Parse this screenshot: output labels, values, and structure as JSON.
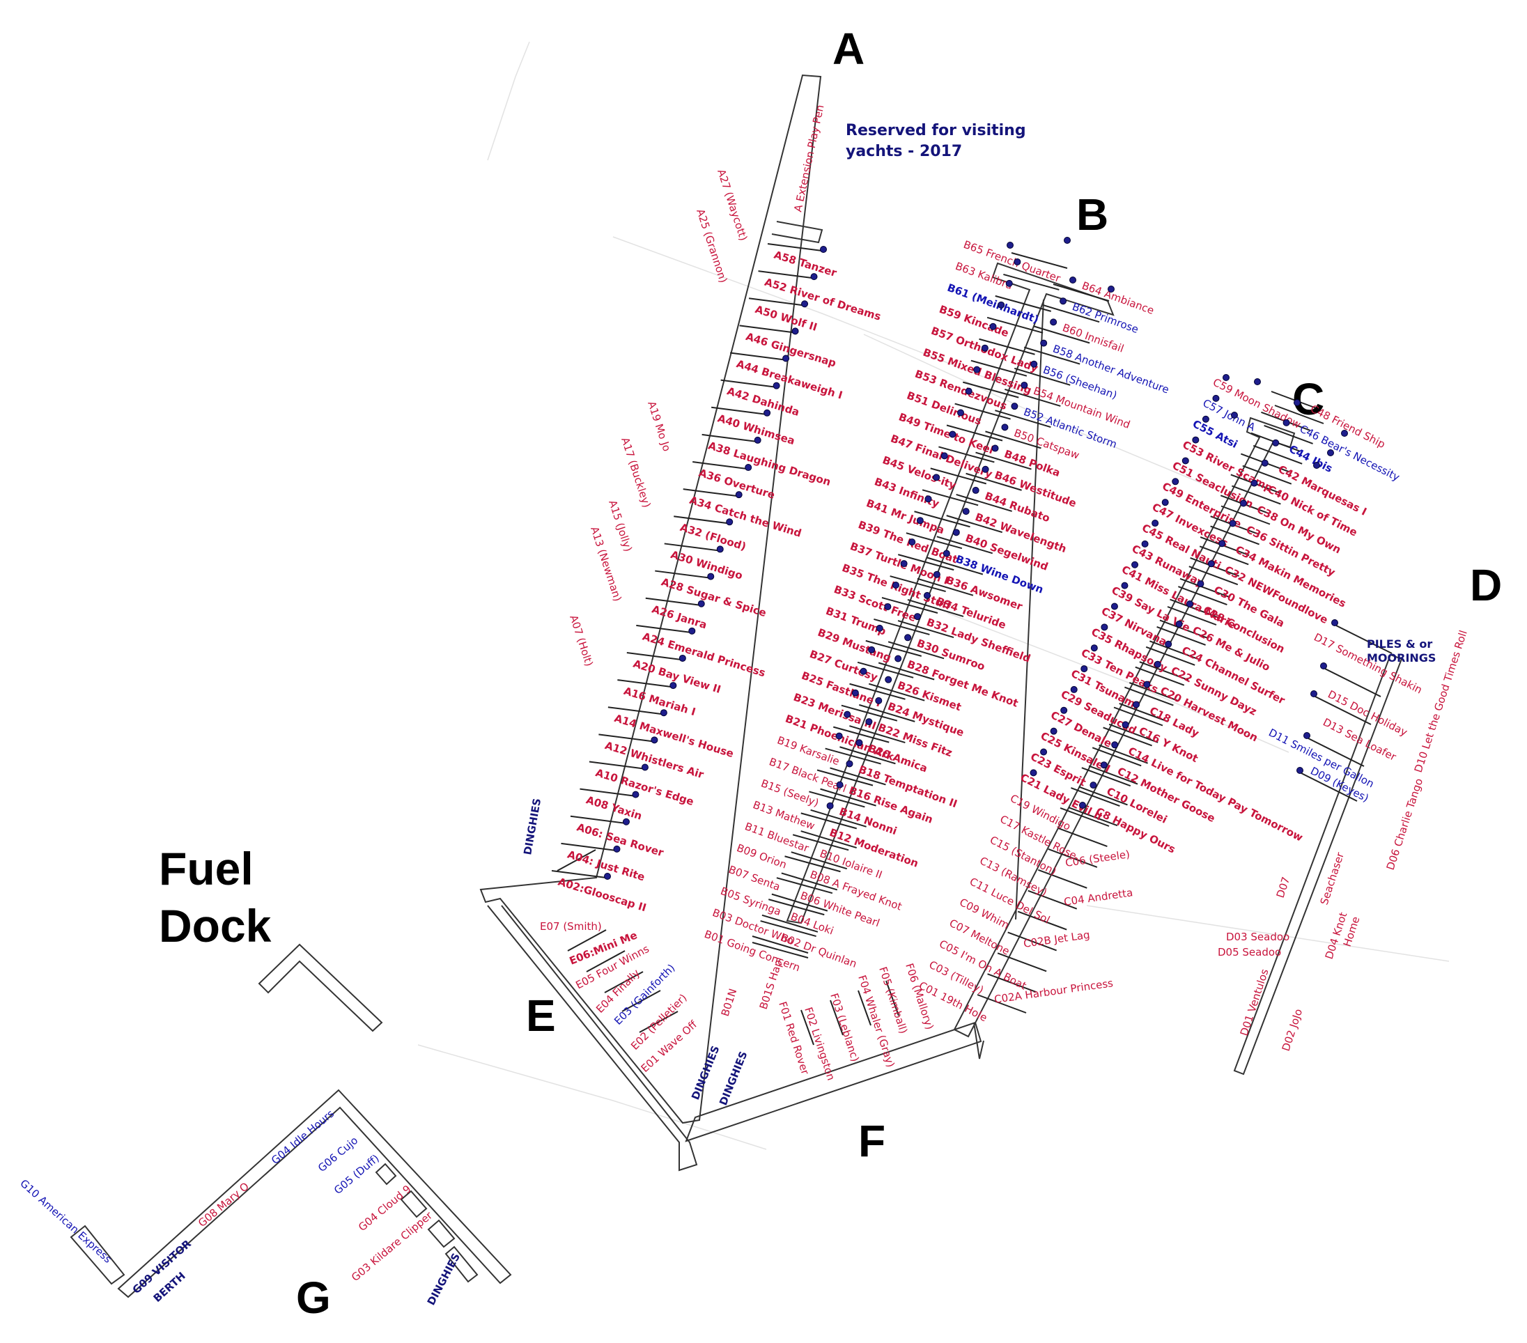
{
  "colors": {
    "red": "#c8143c",
    "blue": "#1414b4",
    "navy": "#14147a",
    "dot": "#1e1e8c"
  },
  "dock_letters": {
    "A": "A",
    "B": "B",
    "C": "C",
    "D": "D",
    "E": "E",
    "F": "F",
    "G": "G"
  },
  "fuel_dock": {
    "line1": "Fuel",
    "line2": "Dock"
  },
  "notes": {
    "reserved_1": "Reserved for visiting",
    "reserved_2": "yachts - 2017",
    "piles_1": "PILES & or",
    "piles_2": "MOORINGS",
    "dinghies": "DINGHIES",
    "visitor_1": "G09 VISITOR",
    "visitor_2": "BERTH"
  },
  "berths": {
    "A": [
      {
        "t": "A Extension Play Pen",
        "c": "red"
      },
      {
        "t": "A58 Tanzer",
        "c": "red"
      },
      {
        "t": "A52 River of Dreams",
        "c": "red"
      },
      {
        "t": "A50 Wolf II",
        "c": "red"
      },
      {
        "t": "A46 Gingersnap",
        "c": "red"
      },
      {
        "t": "A44 Breakaweigh I",
        "c": "red"
      },
      {
        "t": "A42 Dahinda",
        "c": "red"
      },
      {
        "t": "A40 Whimsea",
        "c": "red"
      },
      {
        "t": "A38 Laughing Dragon",
        "c": "red"
      },
      {
        "t": "A36 Overture",
        "c": "red"
      },
      {
        "t": "A34 Catch the Wind",
        "c": "red"
      },
      {
        "t": "A32  (Flood)",
        "c": "red"
      },
      {
        "t": "A30 Windigo",
        "c": "red"
      },
      {
        "t": "A28 Sugar & Spice",
        "c": "red"
      },
      {
        "t": "A26 Janra",
        "c": "red"
      },
      {
        "t": "A24 Emerald Princess",
        "c": "red"
      },
      {
        "t": "A20 Bay View II",
        "c": "red"
      },
      {
        "t": "A16 Mariah I",
        "c": "red"
      },
      {
        "t": "A14 Maxwell's House",
        "c": "red"
      },
      {
        "t": "A12 Whistlers Air",
        "c": "red"
      },
      {
        "t": "A10 Razor's Edge",
        "c": "red"
      },
      {
        "t": "A08 Yaxin",
        "c": "red"
      },
      {
        "t": "A06: Sea Rover",
        "c": "red"
      },
      {
        "t": "A04: Just Rite",
        "c": "red"
      },
      {
        "t": "A02:Glooscap II",
        "c": "red"
      }
    ],
    "A_odd": [
      {
        "t": "A27 (Waycott)",
        "c": "red"
      },
      {
        "t": "A25 (Grannon)",
        "c": "red"
      },
      {
        "t": "A19 Mo Jo",
        "c": "red"
      },
      {
        "t": "A17 (Buckley)",
        "c": "red"
      },
      {
        "t": "A15 (Jolly)",
        "c": "red"
      },
      {
        "t": "A13 (Newman)",
        "c": "red"
      },
      {
        "t": "A07 (Holt)",
        "c": "red"
      }
    ],
    "B_left": [
      {
        "t": "B65 French Quarter",
        "c": "red"
      },
      {
        "t": "B63 Kalibra",
        "c": "red"
      },
      {
        "t": "B61 (Meinhardt)",
        "c": "blue"
      },
      {
        "t": "B59 Kincade",
        "c": "red"
      },
      {
        "t": "B57 Orthodox Lady",
        "c": "red"
      },
      {
        "t": "B55 Mixed Blessing",
        "c": "red"
      },
      {
        "t": "B53 Rendezvous",
        "c": "red"
      },
      {
        "t": "B51 Delirious",
        "c": "red"
      },
      {
        "t": "B49 Time to Keel",
        "c": "red"
      },
      {
        "t": "B47 Final Delivery",
        "c": "red"
      },
      {
        "t": "B45 Velos-ity",
        "c": "red"
      },
      {
        "t": "B43 Infinity",
        "c": "red"
      },
      {
        "t": "B41 Mr Jumpa",
        "c": "red"
      },
      {
        "t": "B39 The Red Boat",
        "c": "red"
      },
      {
        "t": "B37 Turtle Moon I",
        "c": "red"
      },
      {
        "t": "B35 The Right Stuff",
        "c": "red"
      },
      {
        "t": "B33 Scott Free",
        "c": "red"
      },
      {
        "t": "B31 Trump",
        "c": "red"
      },
      {
        "t": "B29 Mustang",
        "c": "red"
      },
      {
        "t": "B27 Curtesy",
        "c": "red"
      },
      {
        "t": "B25 Fastlane I",
        "c": "red"
      },
      {
        "t": "B23 Merissa III",
        "c": "red"
      },
      {
        "t": "B21 Phoenician Ark",
        "c": "red"
      },
      {
        "t": "B19 Karsalie",
        "c": "red"
      },
      {
        "t": "B17 Black Pearl",
        "c": "red"
      },
      {
        "t": "B15 (Seely)",
        "c": "red"
      },
      {
        "t": "B13 Mathew",
        "c": "red"
      },
      {
        "t": "B11 Bluestar",
        "c": "red"
      },
      {
        "t": "B09 Orion",
        "c": "red"
      },
      {
        "t": "B07 Senta",
        "c": "red"
      },
      {
        "t": "B05 Syringa",
        "c": "red"
      },
      {
        "t": "B03 Doctor Who",
        "c": "red"
      },
      {
        "t": "B01 Going Concern",
        "c": "red"
      }
    ],
    "B_right": [
      {
        "t": "B64 Ambiance",
        "c": "red"
      },
      {
        "t": "B62 Primrose",
        "c": "blue"
      },
      {
        "t": "B60 Innisfail",
        "c": "red"
      },
      {
        "t": "B58 Another Adventure",
        "c": "blue"
      },
      {
        "t": "B56 (Sheehan)",
        "c": "blue"
      },
      {
        "t": "B54 Mountain Wind",
        "c": "red"
      },
      {
        "t": "B52 Atlantic Storm",
        "c": "blue"
      },
      {
        "t": "B50 Catspaw",
        "c": "red"
      },
      {
        "t": "B48 Polka",
        "c": "red"
      },
      {
        "t": "B46 Westitude",
        "c": "red"
      },
      {
        "t": "B44 Rubato",
        "c": "red"
      },
      {
        "t": "B42 Wavelength",
        "c": "red"
      },
      {
        "t": "B40 Segelwind",
        "c": "red"
      },
      {
        "t": "B38 Wine Down",
        "c": "blue"
      },
      {
        "t": "B36 Awsomer",
        "c": "red"
      },
      {
        "t": "B34 Teluride",
        "c": "red"
      },
      {
        "t": "B32 Lady Sheffield",
        "c": "red"
      },
      {
        "t": "B30 Sumroo",
        "c": "red"
      },
      {
        "t": "B28 Forget Me Knot",
        "c": "red"
      },
      {
        "t": "B26 Kismet",
        "c": "red"
      },
      {
        "t": "B24 Mystique",
        "c": "red"
      },
      {
        "t": "B22 Miss Fitz",
        "c": "red"
      },
      {
        "t": "B20 Amica",
        "c": "red"
      },
      {
        "t": "B18 Temptation II",
        "c": "red"
      },
      {
        "t": "B16 Rise Again",
        "c": "red"
      },
      {
        "t": "B14 Nonni",
        "c": "red"
      },
      {
        "t": "B12 Moderation",
        "c": "red"
      },
      {
        "t": "B10 Iolaire II",
        "c": "red"
      },
      {
        "t": "B08 A Frayed Knot",
        "c": "red"
      },
      {
        "t": "B06 White Pearl",
        "c": "red"
      },
      {
        "t": "B04 Loki",
        "c": "red"
      },
      {
        "t": "B02 Dr Quinlan",
        "c": "red"
      }
    ],
    "B_end": [
      {
        "t": "B01S Hapi",
        "c": "red"
      },
      {
        "t": "B01N",
        "c": "red"
      }
    ],
    "C_left": [
      {
        "t": "C59 Moon Shadow",
        "c": "red"
      },
      {
        "t": "C57 John A",
        "c": "blue"
      },
      {
        "t": "C55 Atsi",
        "c": "blue"
      },
      {
        "t": "C53 River Scamp",
        "c": "red"
      },
      {
        "t": "C51 Seaclusion",
        "c": "red"
      },
      {
        "t": "C49 Enterprise",
        "c": "red"
      },
      {
        "t": "C47 Invexcess",
        "c": "red"
      },
      {
        "t": "C45  Real Nauti",
        "c": "red"
      },
      {
        "t": "C43 Runaway",
        "c": "red"
      },
      {
        "t": "C41 Miss Laura Marie",
        "c": "red"
      },
      {
        "t": "C39 Say La Vie",
        "c": "red"
      },
      {
        "t": "C37 Nirvana",
        "c": "red"
      },
      {
        "t": "C35 Rhapsody",
        "c": "red"
      },
      {
        "t": "C33 Ten Peaks",
        "c": "red"
      },
      {
        "t": "C31 Tsunami",
        "c": "red"
      },
      {
        "t": "C29 Seaduced",
        "c": "red"
      },
      {
        "t": "C27 Denale",
        "c": "red"
      },
      {
        "t": "C25 Kinsale I",
        "c": "red"
      },
      {
        "t": "C23 Esprit",
        "c": "red"
      },
      {
        "t": "C21 Lady Evil II",
        "c": "red"
      },
      {
        "t": "C19 Windigo",
        "c": "red"
      },
      {
        "t": "C17 Kastle Rose",
        "c": "red"
      },
      {
        "t": "C15 (Stanton)",
        "c": "red"
      },
      {
        "t": "C13 (Ramsey)",
        "c": "red"
      },
      {
        "t": "C11 Luce Del Sol",
        "c": "red"
      },
      {
        "t": "C09 Whim",
        "c": "red"
      },
      {
        "t": "C07 Meltone",
        "c": "red"
      },
      {
        "t": "C05 I'm On A Boat",
        "c": "red"
      },
      {
        "t": "C03 (Tilley)",
        "c": "red"
      },
      {
        "t": "C01 19th Hole",
        "c": "red"
      }
    ],
    "C_right": [
      {
        "t": "C48 Friend Ship",
        "c": "red"
      },
      {
        "t": "C46 Bear's Necessity",
        "c": "blue"
      },
      {
        "t": "C44 Ibis",
        "c": "blue"
      },
      {
        "t": "C42 Marquesas I",
        "c": "red"
      },
      {
        "t": "C40 Nick of Time",
        "c": "red"
      },
      {
        "t": "C38 On My Own",
        "c": "red"
      },
      {
        "t": "C36  Sittin Pretty",
        "c": "red"
      },
      {
        "t": "C34 Makin Memories",
        "c": "red"
      },
      {
        "t": "C32 NEWFoundlove",
        "c": "red"
      },
      {
        "t": "C30 The Gala",
        "c": "red"
      },
      {
        "t": "C28 Conclusion",
        "c": "red"
      },
      {
        "t": "C26 Me & Julio",
        "c": "red"
      },
      {
        "t": "C24 Channel Surfer",
        "c": "red"
      },
      {
        "t": "C22 Sunny Dayz",
        "c": "red"
      },
      {
        "t": "C20 Harvest Moon",
        "c": "red"
      },
      {
        "t": "C18 Lady",
        "c": "red"
      },
      {
        "t": "C16 Y Knot",
        "c": "red"
      },
      {
        "t": "C14 Live for Today Pay Tomorrow",
        "c": "red"
      },
      {
        "t": "C12 Mother Goose",
        "c": "red"
      },
      {
        "t": "C10 Lorelei",
        "c": "red"
      },
      {
        "t": "C8 Happy Ours",
        "c": "red"
      }
    ],
    "C_moorings": [
      {
        "t": "C06 (Steele)",
        "c": "red"
      },
      {
        "t": "C04 Andretta",
        "c": "red"
      },
      {
        "t": "C02B Jet Lag",
        "c": "red"
      },
      {
        "t": "C02A Harbour Princess",
        "c": "red"
      }
    ],
    "D_left": [
      {
        "t": "D17 Something Shakin",
        "c": "red"
      },
      {
        "t": "D15 Doc Holiday",
        "c": "red"
      },
      {
        "t": "D13 Sea Loafer",
        "c": "red"
      },
      {
        "t": "D11 Smiles per Gallon",
        "c": "blue"
      },
      {
        "t": "D09 (Keyes)",
        "c": "blue"
      },
      {
        "t": "D07",
        "c": "red"
      },
      {
        "t": "Seachaser",
        "c": "red"
      },
      {
        "t": "D03 Seadoo",
        "c": "red"
      },
      {
        "t": "D05 Seadoo",
        "c": "red"
      },
      {
        "t": "D01 Ventulos",
        "c": "red"
      }
    ],
    "D_right": [
      {
        "t": "D10 Let the Good Times Roll",
        "c": "red"
      },
      {
        "t": "D06 Charlie Tango",
        "c": "red"
      },
      {
        "t": "D04 Knot",
        "c": "red"
      },
      {
        "t": "Home",
        "c": "red"
      },
      {
        "t": "D02 JoJo",
        "c": "red"
      }
    ],
    "E": [
      {
        "t": "E07 (Smith)",
        "c": "red"
      },
      {
        "t": "E06:Mini Me",
        "c": "red"
      },
      {
        "t": "E05 Four Winns",
        "c": "red"
      },
      {
        "t": "E04 Finally",
        "c": "red"
      },
      {
        "t": "E03  (Gainforth)",
        "c": "blue"
      },
      {
        "t": "E02 (Pelletier)",
        "c": "red"
      },
      {
        "t": "E01 Wave Off",
        "c": "red"
      }
    ],
    "F": [
      {
        "t": "F01 Red Rover",
        "c": "red"
      },
      {
        "t": "F02 Livingston",
        "c": "red"
      },
      {
        "t": "F03 (Leblanc)",
        "c": "red"
      },
      {
        "t": "F04 Whaler (Gray)",
        "c": "red"
      },
      {
        "t": "F05 (Kimball)",
        "c": "red"
      },
      {
        "t": "F06 (Mallory)",
        "c": "red"
      }
    ],
    "G": [
      {
        "t": "G10 American Express",
        "c": "blue"
      },
      {
        "t": "G08 Mary O",
        "c": "red"
      },
      {
        "t": "G04  Idle Hours",
        "c": "blue"
      },
      {
        "t": "G06 Cujo",
        "c": "blue"
      },
      {
        "t": "G05  (Duff)",
        "c": "blue"
      },
      {
        "t": "G04 Cloud 9",
        "c": "red"
      },
      {
        "t": "G03 Kildare Clipper",
        "c": "red"
      }
    ]
  }
}
